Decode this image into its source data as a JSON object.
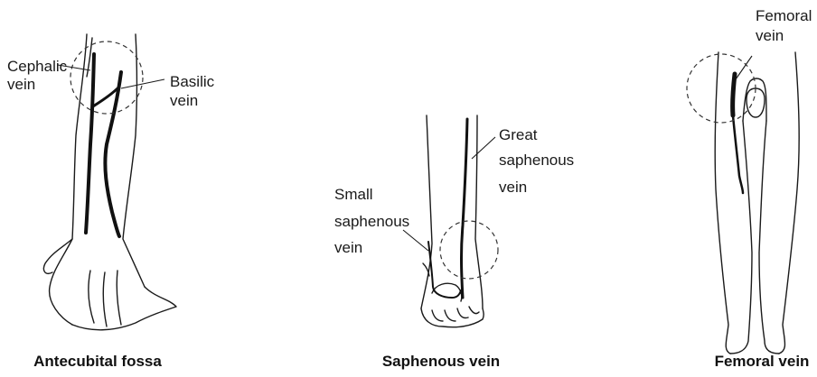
{
  "panels": {
    "arm": {
      "caption": "Antecubital fossa",
      "label_cephalic": [
        "Cephalic",
        "vein"
      ],
      "label_basilic": [
        "Basilic",
        "vein"
      ]
    },
    "foot": {
      "caption": "Saphenous vein",
      "label_great": [
        "Great",
        "saphenous",
        "vein"
      ],
      "label_small": [
        "Small",
        "saphenous",
        "vein"
      ]
    },
    "legs": {
      "caption": "Femoral vein",
      "label_femoral": [
        "Femoral",
        "vein"
      ]
    }
  }
}
